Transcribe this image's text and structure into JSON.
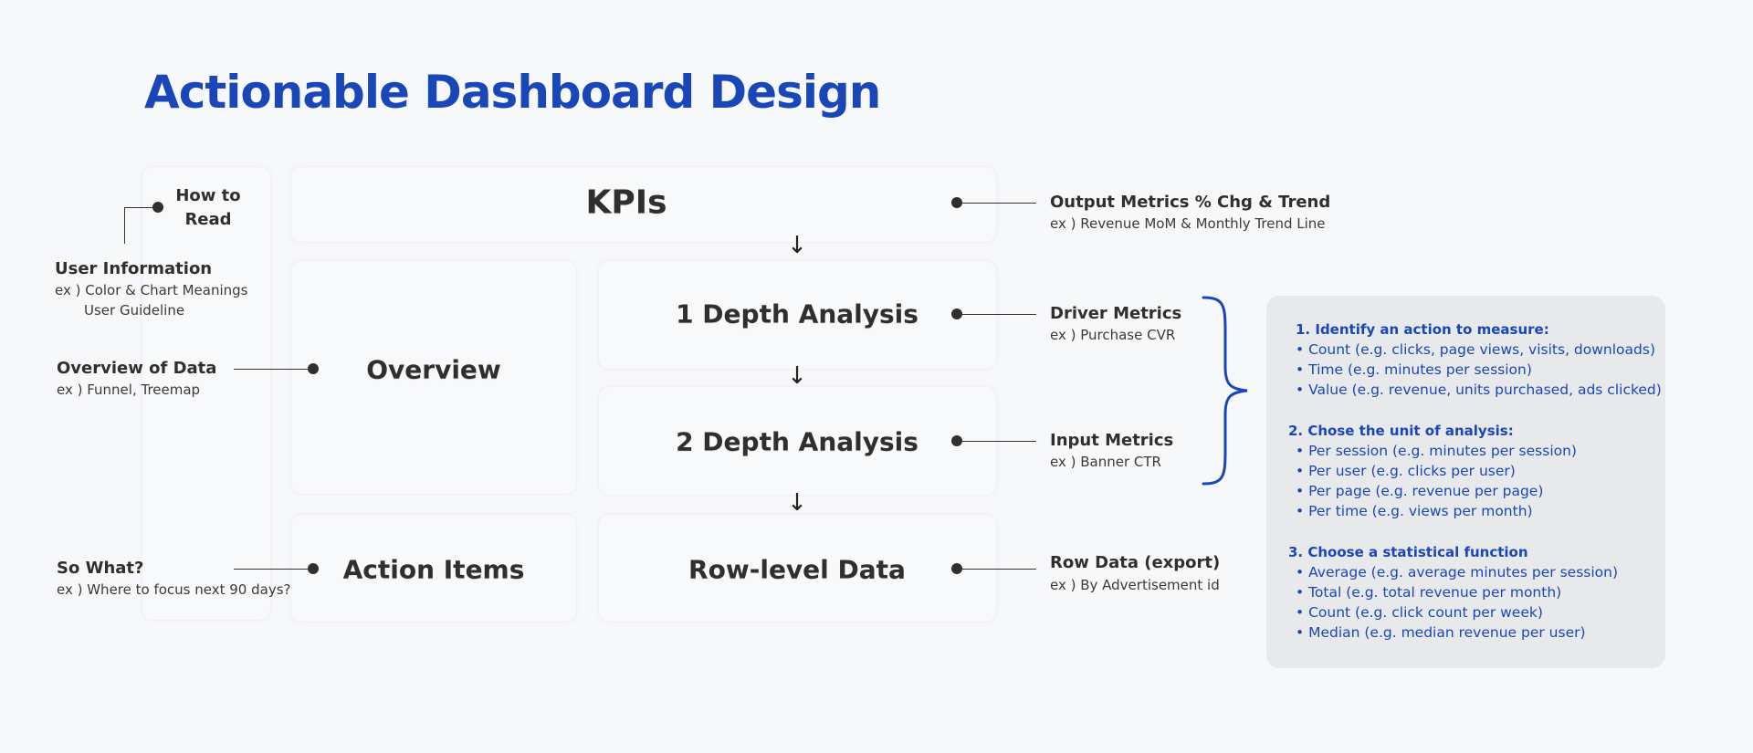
{
  "title": "Actionable Dashboard Design",
  "panels": {
    "kpis": "KPIs",
    "depth1": "1 Depth Analysis",
    "depth2": "2 Depth Analysis",
    "overview": "Overview",
    "action_items": "Action Items",
    "row_level": "Row-level Data"
  },
  "left_labels": {
    "how_to_read": "How to Read",
    "user_info": {
      "title": "User Information",
      "sub1": "ex ) Color & Chart Meanings",
      "sub2": "User Guideline"
    },
    "overview_data": {
      "title": "Overview of Data",
      "sub": "ex ) Funnel, Treemap"
    },
    "so_what": {
      "title": "So What?",
      "sub": "ex ) Where to focus next 90 days?"
    }
  },
  "right_labels": {
    "output": {
      "title": "Output Metrics % Chg & Trend",
      "sub": "ex ) Revenue MoM & Monthly Trend Line"
    },
    "driver": {
      "title": "Driver Metrics",
      "sub": "ex ) Purchase CVR"
    },
    "input": {
      "title": "Input Metrics",
      "sub": "ex ) Banner CTR"
    },
    "row": {
      "title": "Row Data (export)",
      "sub": "ex ) By Advertisement id"
    }
  },
  "info_box": {
    "s1": {
      "head": "1. Identify an action to measure:",
      "items": [
        "Count (e.g. clicks, page views, visits, downloads)",
        "Time (e.g. minutes per session)",
        "Value (e.g. revenue, units purchased, ads clicked)"
      ]
    },
    "s2": {
      "head": "2. Chose the unit of analysis:",
      "items": [
        "Per session (e.g. minutes per session)",
        "Per user (e.g. clicks per user)",
        "Per page (e.g. revenue per page)",
        "Per time (e.g. views per month)"
      ]
    },
    "s3": {
      "head": "3. Choose a statistical function",
      "items": [
        "Average (e.g. average minutes per session)",
        "Total (e.g. total revenue per month)",
        "Count (e.g. click count per week)",
        "Median (e.g. median revenue per user)"
      ]
    }
  },
  "colors": {
    "accent": "#1a47b8",
    "text": "#2f2f2f",
    "info_bg": "#e8e9eb"
  }
}
